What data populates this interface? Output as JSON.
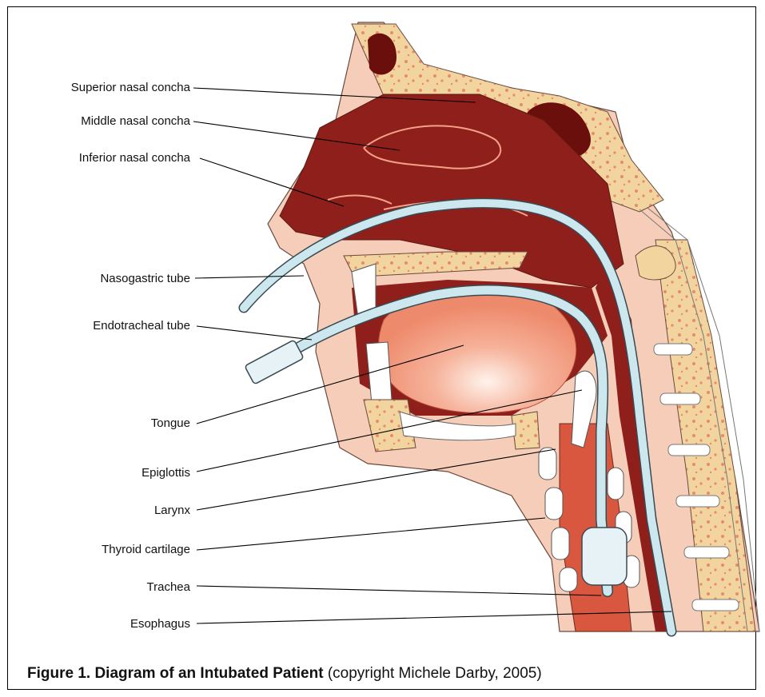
{
  "labels": [
    {
      "id": "superior-nasal-concha",
      "text": "Superior nasal concha"
    },
    {
      "id": "middle-nasal-concha",
      "text": "Middle nasal concha"
    },
    {
      "id": "inferior-nasal-concha",
      "text": "Inferior nasal concha"
    },
    {
      "id": "nasogastric-tube",
      "text": "Nasogastric tube"
    },
    {
      "id": "endotracheal-tube",
      "text": "Endotracheal tube"
    },
    {
      "id": "tongue",
      "text": "Tongue"
    },
    {
      "id": "epiglottis",
      "text": "Epiglottis"
    },
    {
      "id": "larynx",
      "text": "Larynx"
    },
    {
      "id": "thyroid-cartilage",
      "text": "Thyroid cartilage"
    },
    {
      "id": "trachea",
      "text": "Trachea"
    },
    {
      "id": "esophagus",
      "text": "Esophagus"
    }
  ],
  "caption": {
    "bold": "Figure 1. Diagram of an Intubated Patient",
    "normal": " (copyright Michele Darby, 2005)"
  },
  "colors": {
    "skin": "#f6cdb8",
    "bone": "#f2d49e",
    "bone_spots": "#e98a6c",
    "cavity": "#8e1f1a",
    "sinus": "#6b0f0c",
    "tongue": "#f2967a",
    "tube": "#cde7ef",
    "tube_outline": "#3a4a52",
    "trachea": "#d9573e"
  }
}
